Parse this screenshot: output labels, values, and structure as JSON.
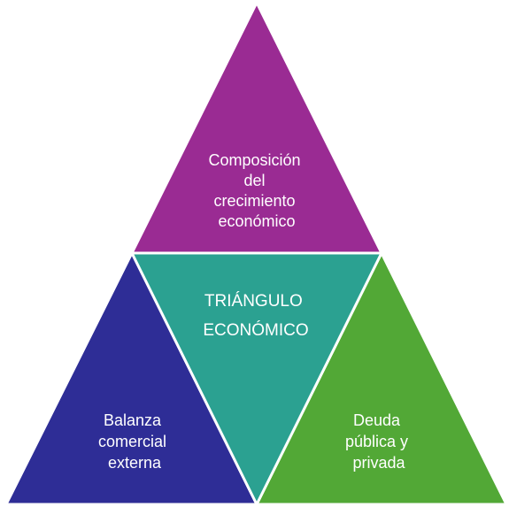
{
  "diagram": {
    "center": {
      "lines": [
        "TRIÁNGULO",
        "ECONÓMICO"
      ],
      "color": "#2BA191"
    },
    "top": {
      "lines": [
        "Composición",
        "del",
        "crecimiento",
        "económico"
      ],
      "color": "#9A2B93"
    },
    "bottom_left": {
      "lines": [
        "Balanza",
        "comercial",
        "externa"
      ],
      "color": "#2E2D96"
    },
    "bottom_right": {
      "lines": [
        "Deuda",
        "pública y",
        "privada"
      ],
      "color": "#52A836"
    }
  }
}
